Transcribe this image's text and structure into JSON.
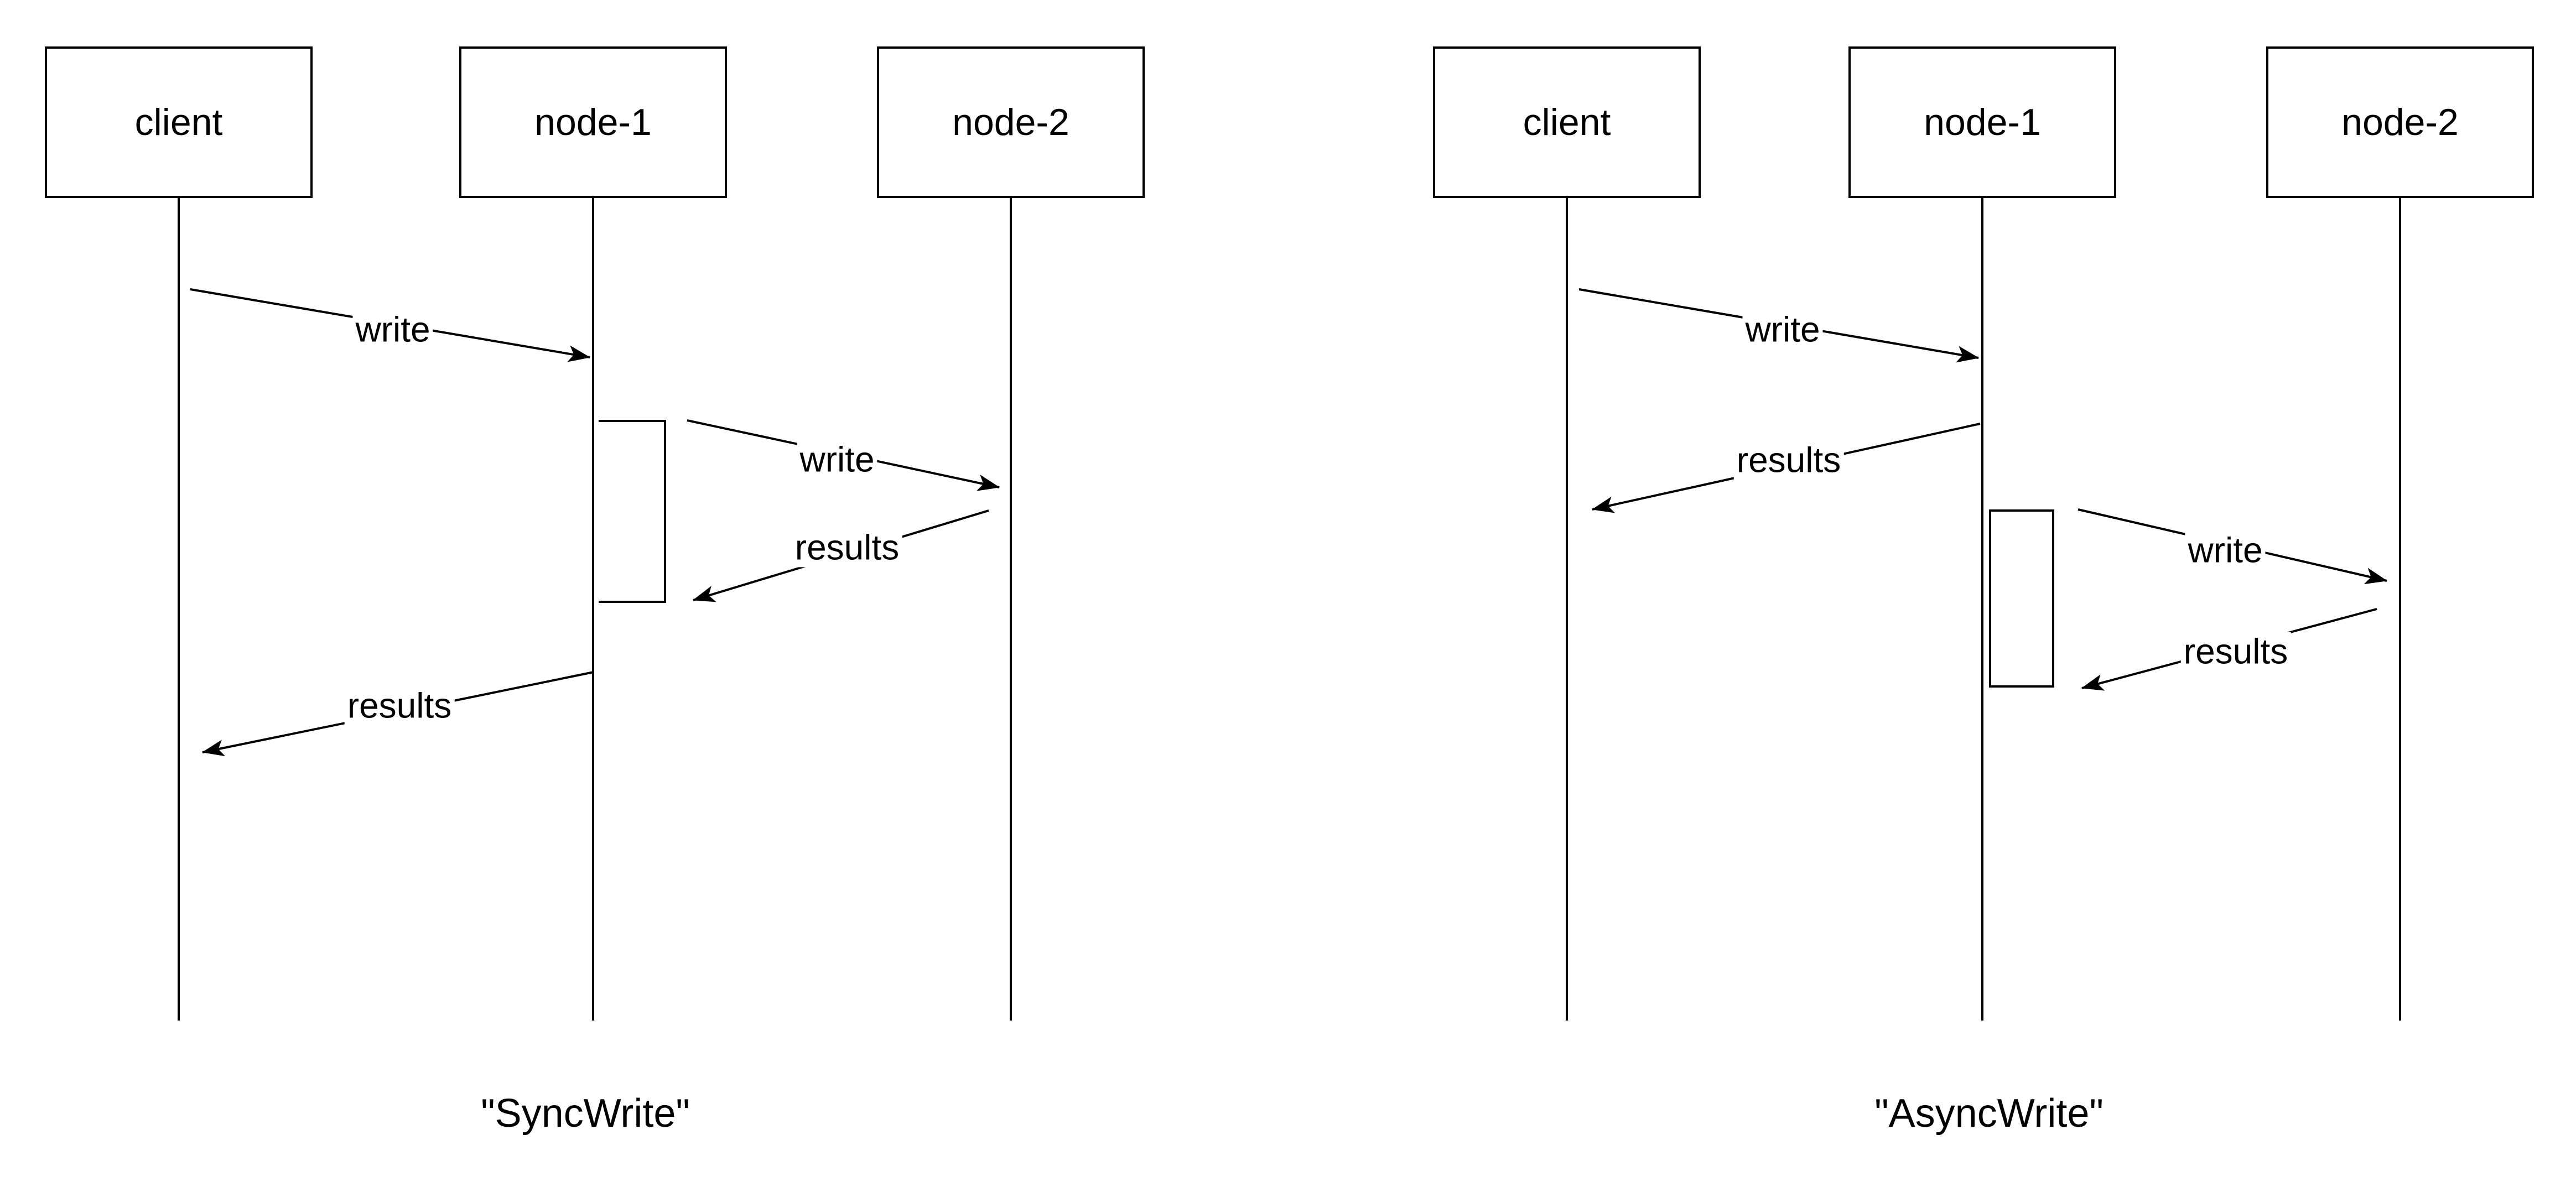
{
  "colors": {
    "background": "#ffffff",
    "ink": "#000000"
  },
  "diagrams": [
    {
      "caption": "\"SyncWrite\"",
      "actors": [
        {
          "label": "client"
        },
        {
          "label": "node-1"
        },
        {
          "label": "node-2"
        }
      ],
      "messages": [
        {
          "from": "client",
          "to": "node-1",
          "label": "write"
        },
        {
          "from": "node-1",
          "to": "node-2",
          "label": "write"
        },
        {
          "from": "node-2",
          "to": "node-1",
          "label": "results"
        },
        {
          "from": "node-1",
          "to": "client",
          "label": "results"
        }
      ]
    },
    {
      "caption": "\"AsyncWrite\"",
      "actors": [
        {
          "label": "client"
        },
        {
          "label": "node-1"
        },
        {
          "label": "node-2"
        }
      ],
      "messages": [
        {
          "from": "client",
          "to": "node-1",
          "label": "write"
        },
        {
          "from": "node-1",
          "to": "client",
          "label": "results"
        },
        {
          "from": "node-1",
          "to": "node-2",
          "label": "write"
        },
        {
          "from": "node-2",
          "to": "node-1",
          "label": "results"
        }
      ]
    }
  ]
}
